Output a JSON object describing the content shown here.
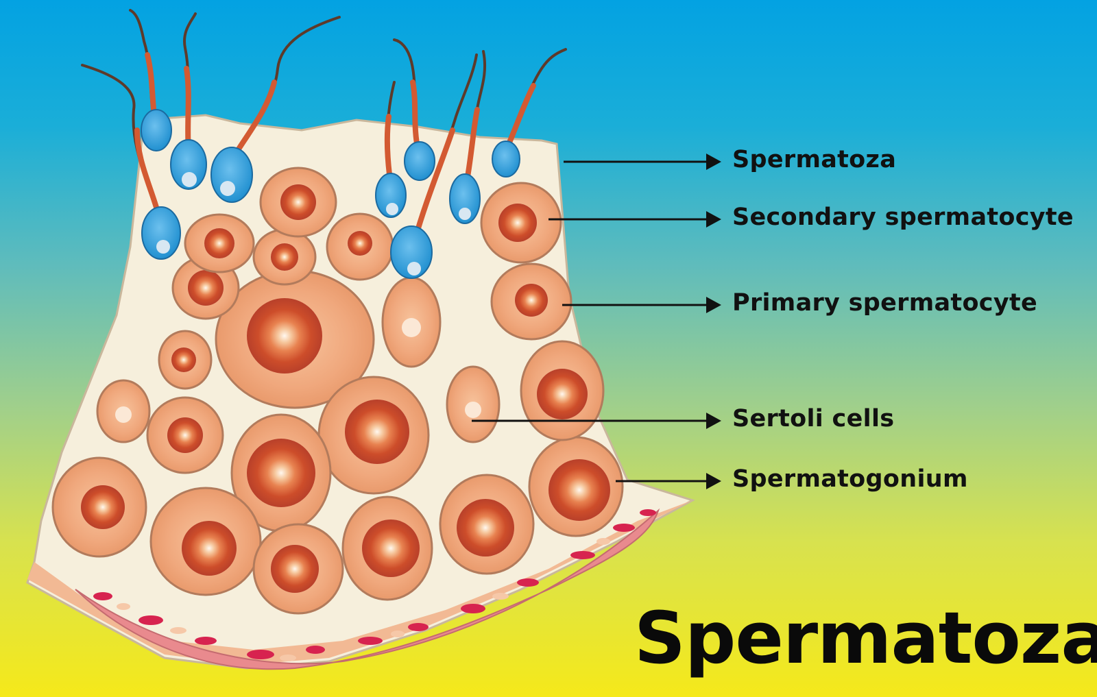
{
  "colors": {
    "background_top": "#03a2e2",
    "background_bottom": "#f5e91a",
    "tissue": "#f6efdc",
    "cell": "#efa377",
    "nucleus": "#cf4f2b",
    "sperm_head": "#2e9bd6",
    "sperm_tail": "#d35a32",
    "basement": "#e98a8e",
    "label_text": "#111111"
  },
  "labels": [
    {
      "id": "spermatoza",
      "text": "Spermatoza"
    },
    {
      "id": "secondary",
      "text": "Secondary spermatocyte"
    },
    {
      "id": "primary",
      "text": "Primary spermatocyte"
    },
    {
      "id": "sertoli",
      "text": "Sertoli cells"
    },
    {
      "id": "spermatogonium",
      "text": "Spermatogonium"
    }
  ],
  "title": "Spermatoza"
}
